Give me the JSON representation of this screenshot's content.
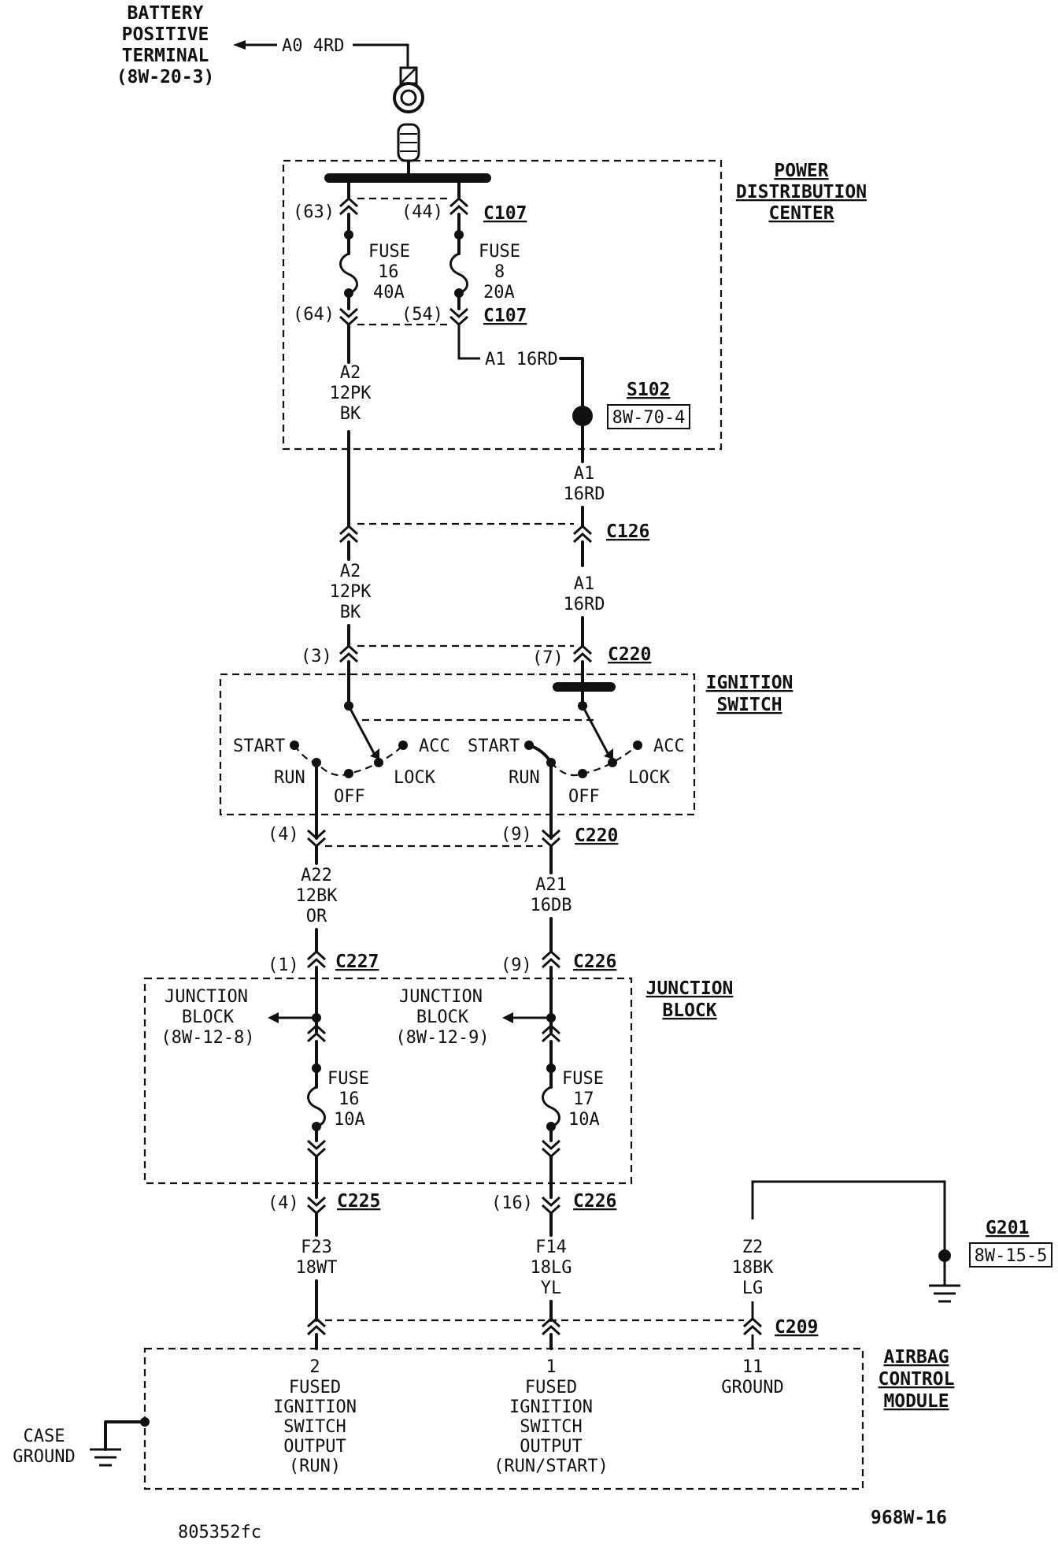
{
  "battery": {
    "label_line1": "BATTERY",
    "label_line2": "POSITIVE",
    "label_line3": "TERMINAL",
    "label_line4": "(8W-20-3)",
    "wire": "A0 4RD"
  },
  "pdc": {
    "title_line1": "POWER",
    "title_line2": "DISTRIBUTION",
    "title_line3": "CENTER",
    "pin_63": "(63)",
    "pin_44": "(44)",
    "pin_64": "(64)",
    "pin_54": "(54)",
    "connector_top": "C107",
    "connector_bottom": "C107",
    "fuse16": {
      "l1": "FUSE",
      "l2": "16",
      "l3": "40A"
    },
    "fuse8": {
      "l1": "FUSE",
      "l2": "8",
      "l3": "20A"
    },
    "wire_a1": "A1 16RD",
    "splice": "S102",
    "splice_ref": "8W-70-4",
    "a2": {
      "l1": "A2",
      "l2": "12PK",
      "l3": "BK"
    }
  },
  "middle": {
    "a1_top": {
      "l1": "A1",
      "l2": "16RD"
    },
    "c126": "C126",
    "a2_mid": {
      "l1": "A2",
      "l2": "12PK",
      "l3": "BK"
    },
    "a1_mid": {
      "l1": "A1",
      "l2": "16RD"
    },
    "pin_3": "(3)",
    "pin_7": "(7)",
    "c220_top": "C220"
  },
  "ignition": {
    "title_line1": "IGNITION",
    "title_line2": "SWITCH",
    "left": {
      "start": "START",
      "acc": "ACC",
      "run": "RUN",
      "lock": "LOCK",
      "off": "OFF"
    },
    "right": {
      "start": "START",
      "acc": "ACC",
      "run": "RUN",
      "lock": "LOCK",
      "off": "OFF"
    },
    "pin_4": "(4)",
    "pin_9": "(9)",
    "c220_bottom": "C220"
  },
  "run_wires": {
    "a22": {
      "l1": "A22",
      "l2": "12BK",
      "l3": "OR"
    },
    "a21": {
      "l1": "A21",
      "l2": "16DB"
    },
    "pin_1": "(1)",
    "c227": "C227",
    "pin_9b": "(9)",
    "c226_top": "C226"
  },
  "junction": {
    "title_line1": "JUNCTION",
    "title_line2": "BLOCK",
    "left_ref": {
      "l1": "JUNCTION",
      "l2": "BLOCK",
      "l3": "(8W-12-8)"
    },
    "right_ref": {
      "l1": "JUNCTION",
      "l2": "BLOCK",
      "l3": "(8W-12-9)"
    },
    "fuse16": {
      "l1": "FUSE",
      "l2": "16",
      "l3": "10A"
    },
    "fuse17": {
      "l1": "FUSE",
      "l2": "17",
      "l3": "10A"
    },
    "pin_4": "(4)",
    "c225": "C225",
    "pin_16": "(16)",
    "c226_bottom": "C226"
  },
  "outputs": {
    "f23": {
      "l1": "F23",
      "l2": "18WT"
    },
    "f14": {
      "l1": "F14",
      "l2": "18LG",
      "l3": "YL"
    },
    "z2": {
      "l1": "Z2",
      "l2": "18BK",
      "l3": "LG"
    },
    "g201": "G201",
    "g201_ref": "8W-15-5",
    "c209": "C209"
  },
  "airbag": {
    "title_line1": "AIRBAG",
    "title_line2": "CONTROL",
    "title_line3": "MODULE",
    "pin2": {
      "num": "2",
      "l1": "FUSED",
      "l2": "IGNITION",
      "l3": "SWITCH",
      "l4": "OUTPUT",
      "l5": "(RUN)"
    },
    "pin1": {
      "num": "1",
      "l1": "FUSED",
      "l2": "IGNITION",
      "l3": "SWITCH",
      "l4": "OUTPUT",
      "l5": "(RUN/START)"
    },
    "pin11": {
      "num": "11",
      "l1": "GROUND"
    },
    "case_ground_l1": "CASE",
    "case_ground_l2": "GROUND"
  },
  "footer": {
    "code": "805352fc",
    "figure": "968W-16"
  }
}
